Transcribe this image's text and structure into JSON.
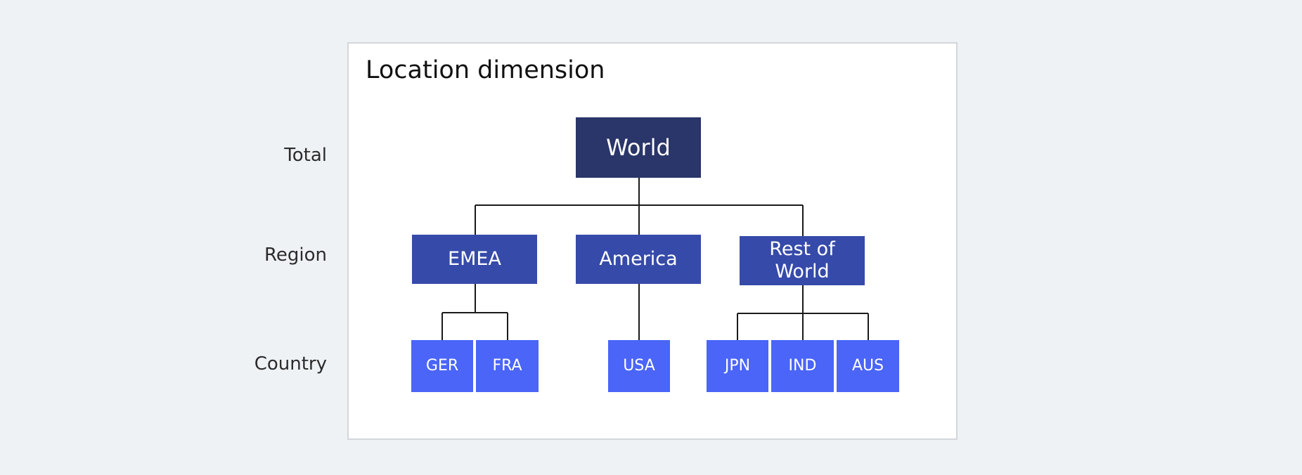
{
  "title": "Location dimension",
  "levels": {
    "total": "Total",
    "region": "Region",
    "country": "Country"
  },
  "nodes": {
    "world": "World",
    "emea": "EMEA",
    "america": "America",
    "rest_of_world": "Rest of World",
    "ger": "GER",
    "fra": "FRA",
    "usa": "USA",
    "jpn": "JPN",
    "ind": "IND",
    "aus": "AUS"
  },
  "colors": {
    "total": "#2a3569",
    "region": "#364aa9",
    "country": "#4a65f7",
    "connector": "#1a1a1a"
  }
}
